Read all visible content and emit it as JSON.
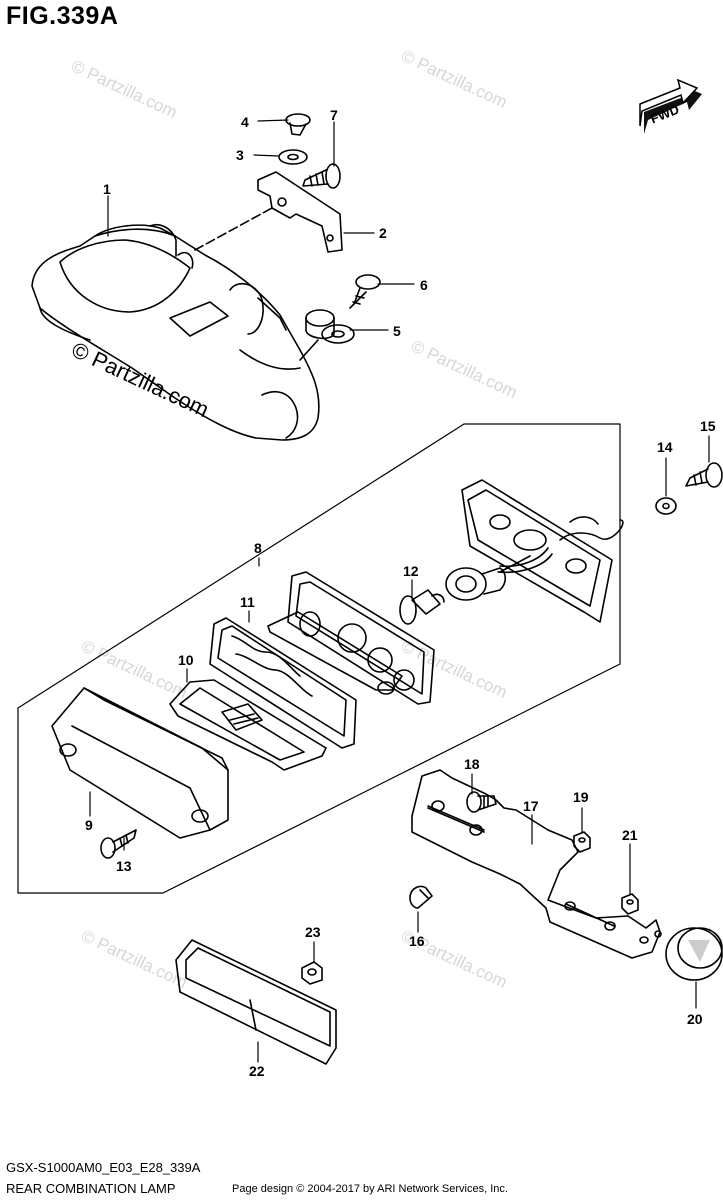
{
  "figure": {
    "title": "FIG.339A",
    "model_code": "GSX-S1000AM0_E03_E28_339A",
    "caption": "REAR COMBINATION LAMP",
    "copyright": "Page design © 2004-2017 by ARI Network Services, Inc.",
    "fwd_label": "FWD",
    "watermark": "© Partzilla.com"
  },
  "callouts": [
    "1",
    "2",
    "3",
    "4",
    "5",
    "6",
    "7",
    "8",
    "9",
    "10",
    "11",
    "12",
    "13",
    "14",
    "15",
    "16",
    "17",
    "18",
    "19",
    "20",
    "21",
    "22",
    "23"
  ]
}
